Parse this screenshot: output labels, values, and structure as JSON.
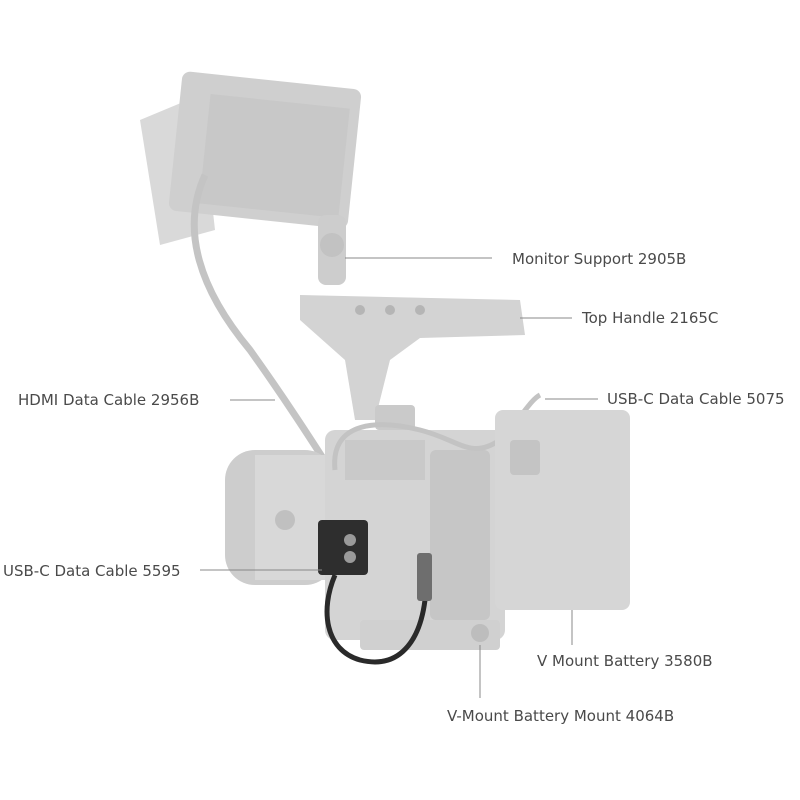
{
  "labels": {
    "monitor_support": "Monitor Support 2905B",
    "top_handle": "Top Handle 2165C",
    "hdmi_cable": "HDMI Data Cable 2956B",
    "usbc_cable_5075": "USB-C Data Cable 5075",
    "usbc_cable_5595": "USB-C Data Cable 5595",
    "v_mount_battery": "V Mount Battery 3580B",
    "battery_mount": "V-Mount Battery Mount 4064B"
  },
  "colors": {
    "ghost": "#d6d6d6",
    "ghost_dark": "#bdbdbd",
    "highlight": "#2e2e2e",
    "leader": "#888888"
  }
}
